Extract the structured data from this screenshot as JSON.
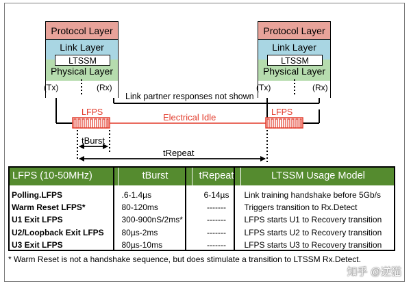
{
  "stack_left": {
    "protocol": "Protocol Layer",
    "link": "Link Layer",
    "ltssm": "LTSSM",
    "physical": "Physical Layer",
    "tx": "(Tx)",
    "rx": "(Rx)"
  },
  "stack_right": {
    "protocol": "Protocol Layer",
    "link": "Link Layer",
    "ltssm": "LTSSM",
    "physical": "Physical Layer",
    "tx": "(Tx)",
    "rx": "(Rx)"
  },
  "diagram": {
    "partner_note": "Link partner responses not shown",
    "lfps_left": "LFPS",
    "lfps_right": "LFPS",
    "idle_label": "Electrical Idle",
    "tburst_label": "tBurst",
    "trepeat_label": "tRepeat",
    "colors": {
      "signal": "#e23a2a",
      "idle_line": "#e23a2a",
      "text_red": "#e23a2a",
      "header_green": "#558b2f"
    }
  },
  "table": {
    "headers": [
      "LFPS (10-50MHz)",
      "tBurst",
      "tRepeat",
      "LTSSM Usage Model"
    ],
    "lfps": [
      "Polling.LFPS",
      "Warm Reset LFPS*",
      "U1 Exit LFPS",
      "U2/Loopback Exit LFPS",
      "U3 Exit LFPS"
    ],
    "tburst": [
      ".6-1.4µs",
      "80-120ms",
      "300-900nS/2ms*",
      "80µs-2ms",
      "80µs-10ms"
    ],
    "trepeat": [
      "6-14µs",
      "-------",
      "-------",
      "-------",
      "-------"
    ],
    "usage": [
      "Link training handshake before 5Gb/s",
      "Triggers transition to Rx.Detect",
      "LFPS starts U1 to Recovery transition",
      "LFPS starts U2 to Recovery transition",
      "LFPS starts U3 to Recovery transition"
    ]
  },
  "footnote": "* Warm Reset is not a handshake sequence, but does stimulate a transition to LTSSM Rx.Detect.",
  "watermark": "知乎 @逆猫"
}
